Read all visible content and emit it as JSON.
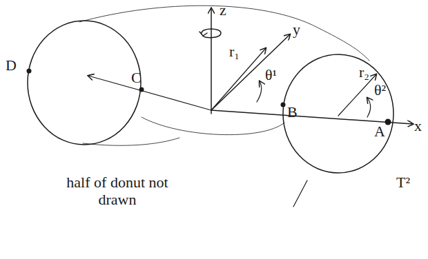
{
  "diagram": {
    "labels": [
      "z",
      "y",
      "x",
      "r₁",
      "θ¹",
      "r₂",
      "θ²",
      "D",
      "C",
      "B",
      "A",
      "half of donut not drawn",
      "T²"
    ]
  }
}
